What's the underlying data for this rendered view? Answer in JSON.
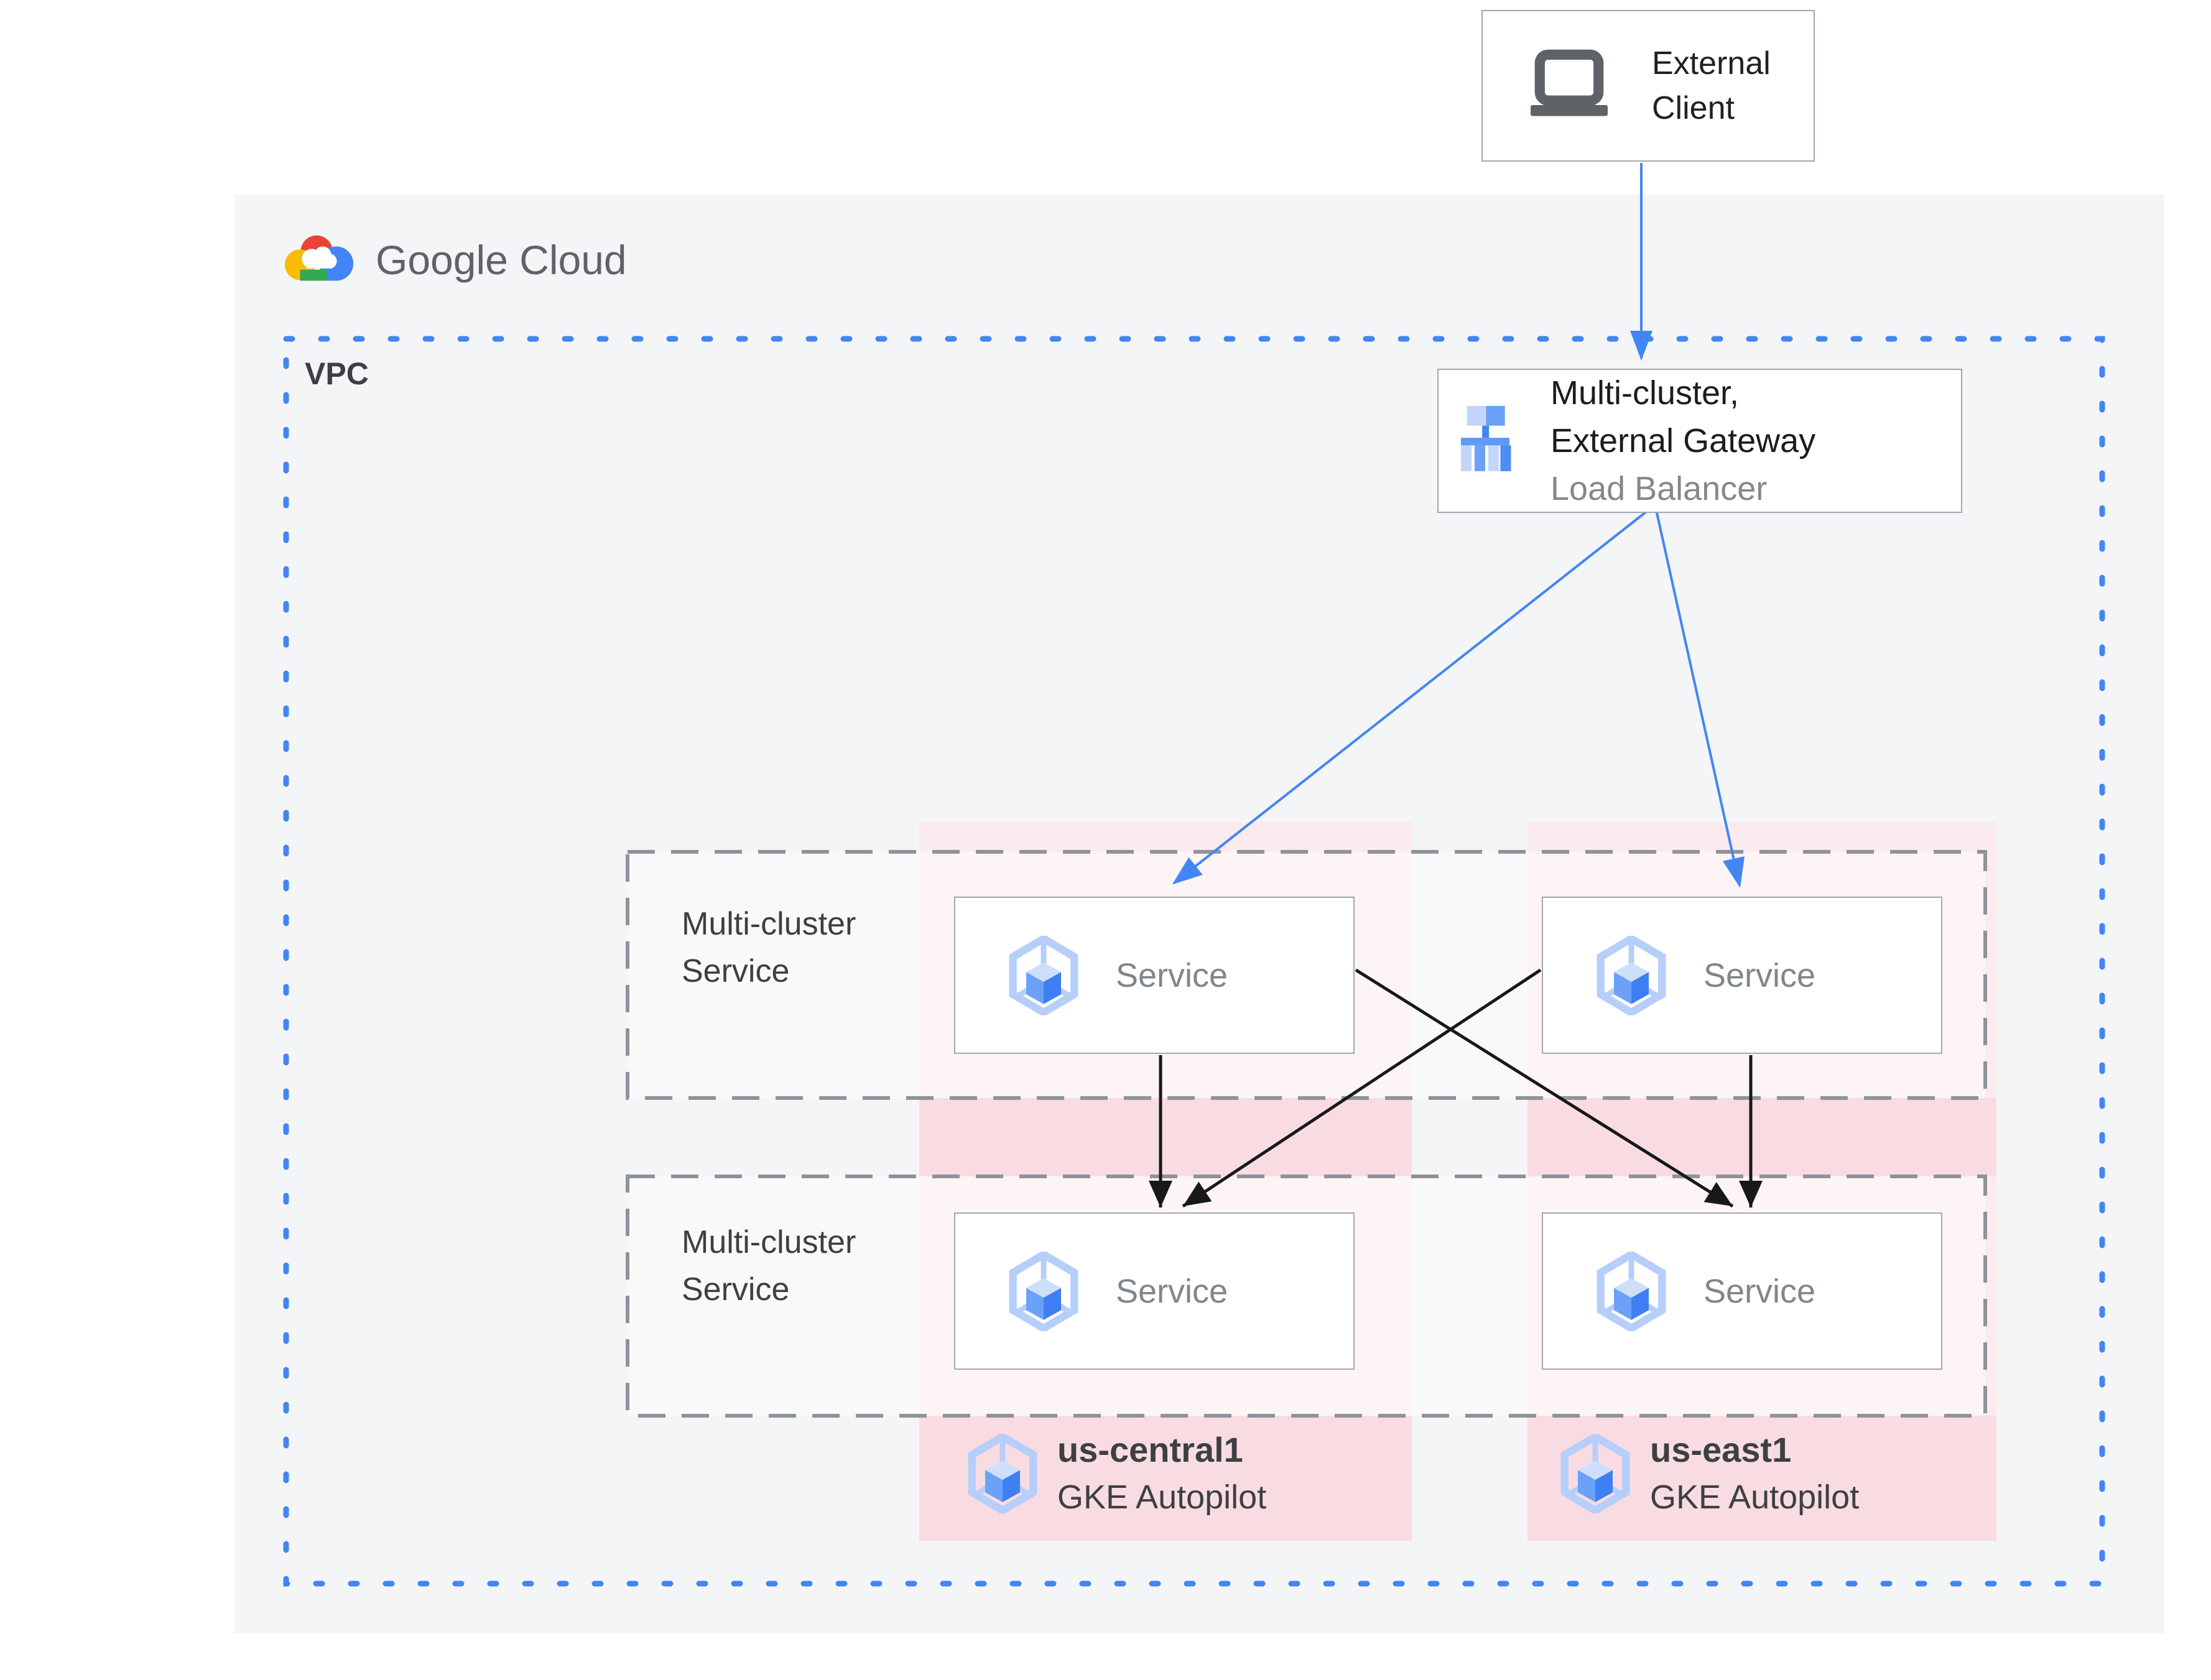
{
  "colors": {
    "accent_blue": "#4285f4",
    "pink_region_light": "#fcebee",
    "pink_region_strong": "#f9dce2",
    "canvas_gray": "#f4f5f6",
    "dashed_border_gray": "#8e939a",
    "arrow_black": "#17181a",
    "text_dark": "#3c4043",
    "text_gray": "#80868b",
    "logo_gray": "#5f6368",
    "google_red": "#EA4335",
    "google_yellow": "#FBBC05",
    "google_green": "#34A853"
  },
  "logo": {
    "text": "Google Cloud",
    "icon": "google-cloud-logo"
  },
  "external_client": {
    "label": "External Client",
    "icon": "laptop-icon"
  },
  "vpc": {
    "label": "VPC"
  },
  "gateway": {
    "title_line1": "Multi-cluster,",
    "title_line2": "External Gateway",
    "subtitle": "Load Balancer",
    "icon": "load-balancer-icon"
  },
  "service_rows": [
    {
      "label": "Multi-cluster Service"
    },
    {
      "label": "Multi-cluster Service"
    }
  ],
  "services": [
    {
      "label": "Service",
      "icon": "gke-hexagon-icon"
    },
    {
      "label": "Service",
      "icon": "gke-hexagon-icon"
    },
    {
      "label": "Service",
      "icon": "gke-hexagon-icon"
    },
    {
      "label": "Service",
      "icon": "gke-hexagon-icon"
    }
  ],
  "clusters": [
    {
      "region": "us-central1",
      "type": "GKE Autopilot",
      "icon": "gke-hexagon-icon"
    },
    {
      "region": "us-east1",
      "type": "GKE Autopilot",
      "icon": "gke-hexagon-icon"
    }
  ]
}
